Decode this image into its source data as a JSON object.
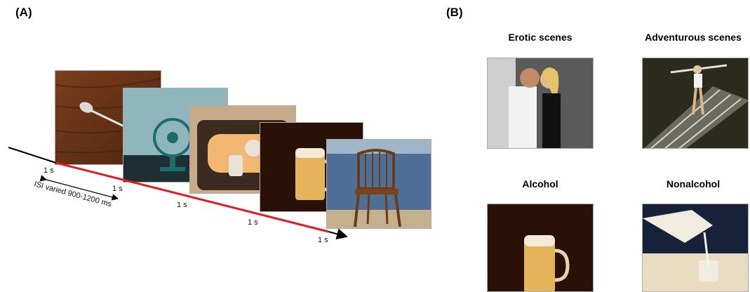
{
  "panelA": {
    "label": "(A)",
    "timeline": {
      "labels": [
        "1 s",
        "1 s",
        "1 s",
        "1 s",
        "1 s"
      ],
      "isi": "ISI varied 900-1200 ms"
    },
    "images": [
      "spoon",
      "fan",
      "hair-dryer",
      "beer-mug",
      "chair"
    ]
  },
  "panelB": {
    "label": "(B)",
    "categories": [
      {
        "caption": "Erotic scenes",
        "image": "couple"
      },
      {
        "caption": "Adventurous scenes",
        "image": "bungee-jump"
      },
      {
        "caption": "Alcohol",
        "image": "beer-mug"
      },
      {
        "caption": "Nonalcohol",
        "image": "pouring-milk"
      }
    ]
  },
  "colors": {
    "timeline_red": "#e11b22",
    "timeline_black": "#000000"
  }
}
